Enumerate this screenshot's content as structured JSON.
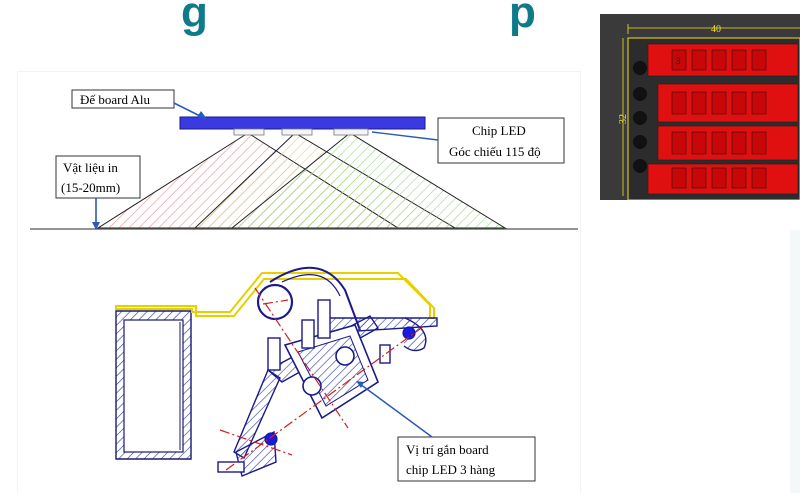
{
  "title_fragments": [
    "g",
    "p"
  ],
  "diagram_top": {
    "label_alu_board": "Đế board Alu",
    "label_chip_led_line1": "Chip LED",
    "label_chip_led_line2": "Góc chiếu 115 độ",
    "label_material_line1": "Vật liệu in",
    "label_material_line2": "(15-20mm)"
  },
  "diagram_bottom": {
    "label_mount_line1": "Vị trí gắn board",
    "label_mount_line2": "chip LED 3 hàng"
  },
  "pcb": {
    "dim_width": "40",
    "dim_height": "32",
    "pad_label": "3",
    "colors": {
      "background": "#3a3a3a",
      "copper": "#e01010",
      "silkscreen": "#f0e020"
    }
  }
}
